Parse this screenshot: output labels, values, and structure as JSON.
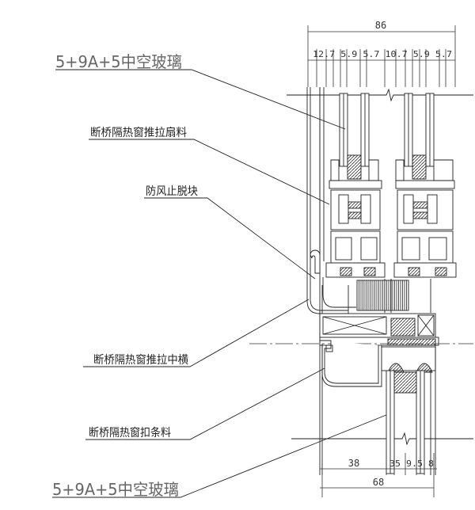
{
  "labels": {
    "glass_top": "5+9A+5中空玻璃",
    "sash_profile": "断桥隔热窗推拉扇料",
    "wind_block": "防风止脱块",
    "middle_rail": "断桥隔热窗推拉中横",
    "bead_profile": "断桥隔热窗扣条料",
    "glass_bottom": "5+9A+5中空玻璃"
  },
  "dimensions": {
    "top_total": "86",
    "top_segments": "12.7 5.9 5.7 10.7 5.9 5.7",
    "bottom_left": "38",
    "bottom_segments": "35 9.5 8",
    "bottom_total": "68"
  }
}
